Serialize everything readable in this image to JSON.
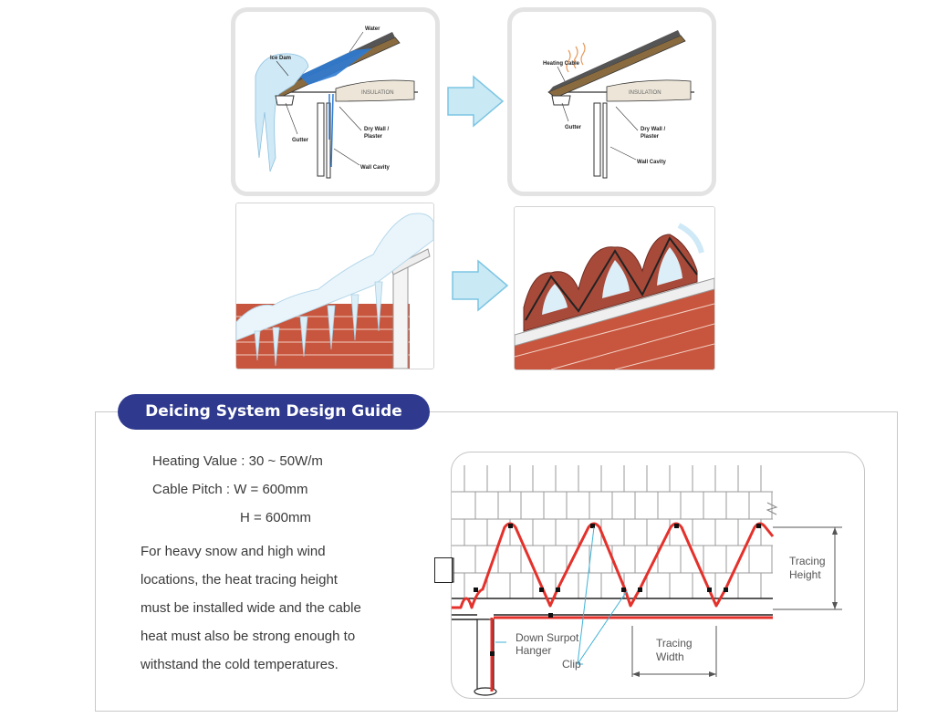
{
  "illustrations": {
    "ice_dam_panel": {
      "labels": {
        "water": "Water",
        "ice_dam": "Ice Dam",
        "insulation": "INSULATION",
        "gutter": "Gutter",
        "dry_wall": "Dry Wall /",
        "plaster": "Plaster",
        "wall_cavity": "Wall Cavity"
      }
    },
    "heated_roof_panel": {
      "labels": {
        "heating_cable": "Heating Cable",
        "insulation": "INSULATION",
        "gutter": "Gutter",
        "dry_wall": "Dry Wall /",
        "plaster": "Plaster",
        "wall_cavity": "Wall Cavity"
      }
    }
  },
  "guide": {
    "title": "Deicing System Design Guide",
    "heating_value": "Heating Value : 30 ~ 50W/m",
    "cable_pitch_w": "Cable Pitch : W = 600mm",
    "cable_pitch_h": "H = 600mm",
    "description_lines": [
      "For heavy snow and high wind",
      "locations, the heat tracing height",
      "must be installed wide and the cable",
      "heat must also be strong enough to",
      "withstand the cold temperatures."
    ]
  },
  "diagram": {
    "labels": {
      "tracing_height_1": "Tracing",
      "tracing_height_2": "Height",
      "tracing_width_1": "Tracing",
      "tracing_width_2": "Width",
      "down_support_1": "Down Surpot",
      "down_support_2": "Hanger",
      "clip": "Clip"
    },
    "colors": {
      "cable": "#e4312b",
      "roof_line": "#222222",
      "shingle_line": "#9a9a9a"
    }
  },
  "colors": {
    "title_badge": "#2f3a8f",
    "arrow_fill": "#c9e9f5",
    "arrow_stroke": "#7cc5e3",
    "brick": "#c8553d",
    "ice": "#dceff8"
  }
}
